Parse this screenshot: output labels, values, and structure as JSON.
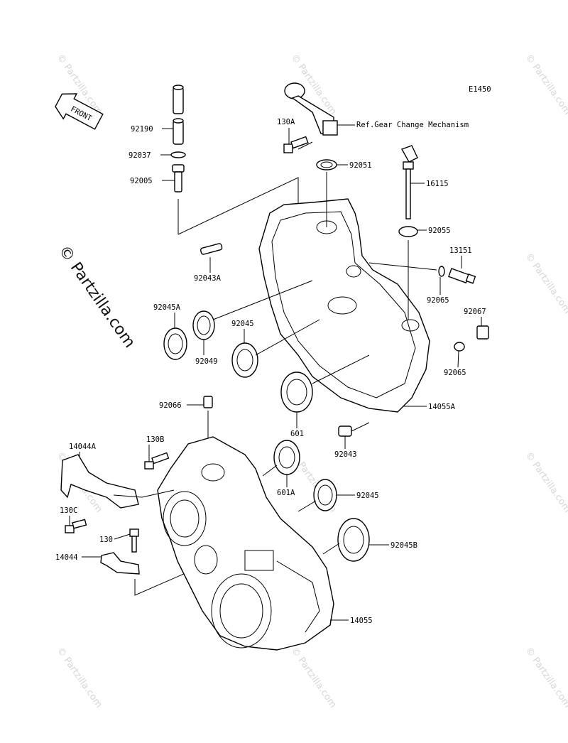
{
  "diagram_code": "E1450",
  "watermark": {
    "main": "© Partzilla.com",
    "tile": "© Partzilla.com"
  },
  "front_label": "FRONT",
  "labels": {
    "p92190": "92190",
    "p92037": "92037",
    "p92005": "92005",
    "p130A": "130A",
    "ref_gear": "Ref.Gear Change Mechanism",
    "p92051": "92051",
    "p16115": "16115",
    "p92055": "92055",
    "p13151": "13151",
    "p92043A": "92043A",
    "p92065a": "92065",
    "p92067": "92067",
    "p92045A": "92045A",
    "p92045a": "92045",
    "p92049": "92049",
    "p92065b": "92065",
    "p92066": "92066",
    "p14055A": "14055A",
    "p601": "601",
    "p130B": "130B",
    "p14044A": "14044A",
    "p92043": "92043",
    "p601A": "601A",
    "p92045b": "92045",
    "p130C": "130C",
    "p130": "130",
    "p92045B": "92045B",
    "p14044": "14044",
    "p14055": "14055"
  }
}
